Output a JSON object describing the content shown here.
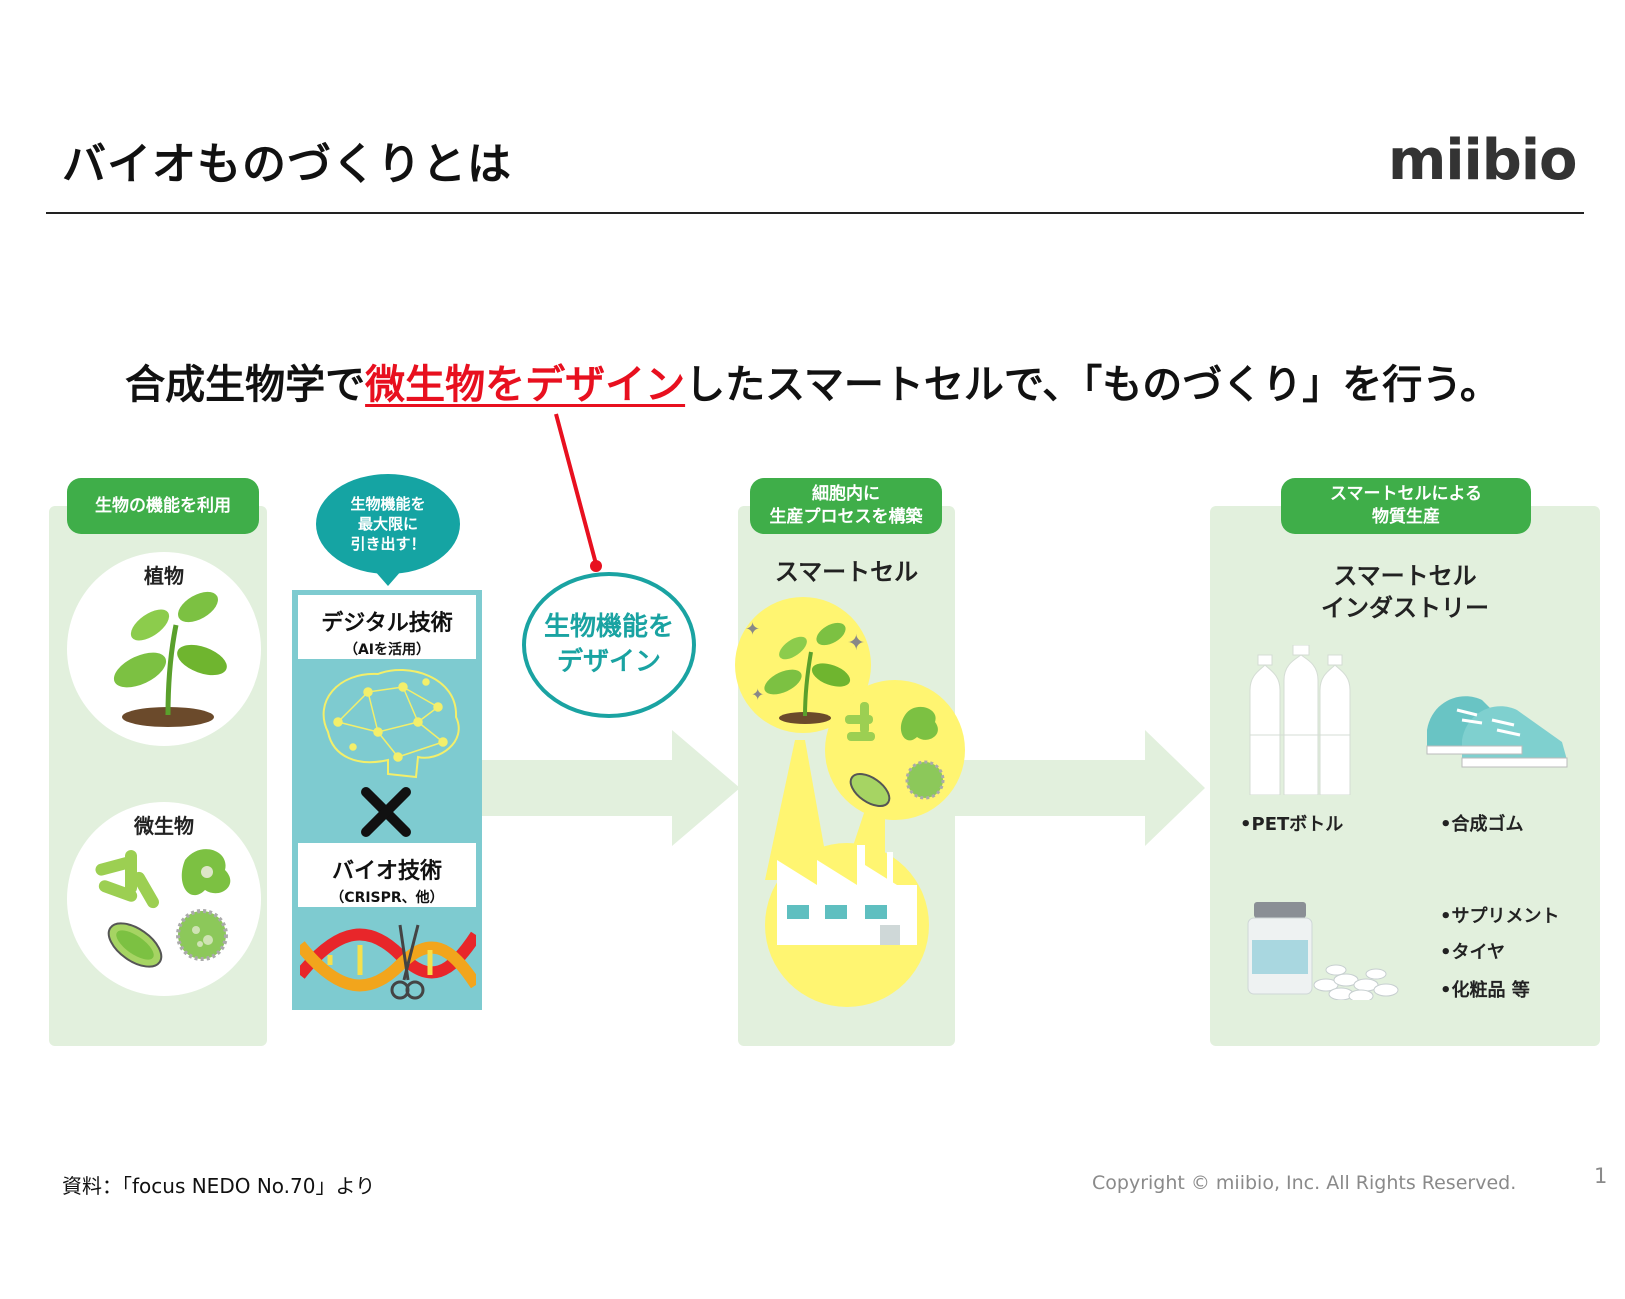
{
  "header": {
    "title": "バイオものづくりとは",
    "logo": "miibio"
  },
  "headline": {
    "part1": "合成生物学で",
    "highlight": "微生物をデザイン",
    "part2": "したスマートセルで、「ものづくり」を行う。"
  },
  "section1": {
    "tag": "生物の機能を利用",
    "plant_label": "植物",
    "microbe_label": "微生物"
  },
  "section2": {
    "bubble_line1": "生物機能を",
    "bubble_line2": "最大限に",
    "bubble_line3": "引き出す！",
    "digital_title": "デジタル技術",
    "digital_sub": "（AIを活用）",
    "bio_title": "バイオ技術",
    "bio_sub": "（CRISPR、他）"
  },
  "design_circle": {
    "line1": "生物機能を",
    "line2": "デザイン"
  },
  "section3": {
    "tag_line1": "細胞内に",
    "tag_line2": "生産プロセスを構築",
    "label": "スマートセル"
  },
  "section4": {
    "tag_line1": "スマートセルによる",
    "tag_line2": "物質生産",
    "label_line1": "スマートセル",
    "label_line2": "インダストリー",
    "products": {
      "pet": "•PETボトル",
      "rubber": "•合成ゴム",
      "supplement": "•サプリメント",
      "tire": "•タイヤ",
      "cosmetics": "•化粧品 等"
    }
  },
  "footer": {
    "source": "資料：「focus NEDO No.70」より",
    "copyright": "Copyright © miibio, Inc. All Rights Reserved.",
    "page": "1"
  },
  "colors": {
    "accent_green": "#3fae49",
    "panel_green": "#e2f0dd",
    "teal": "#15a4a3",
    "highlight_red": "#e8101f",
    "yellow": "#fff571"
  }
}
